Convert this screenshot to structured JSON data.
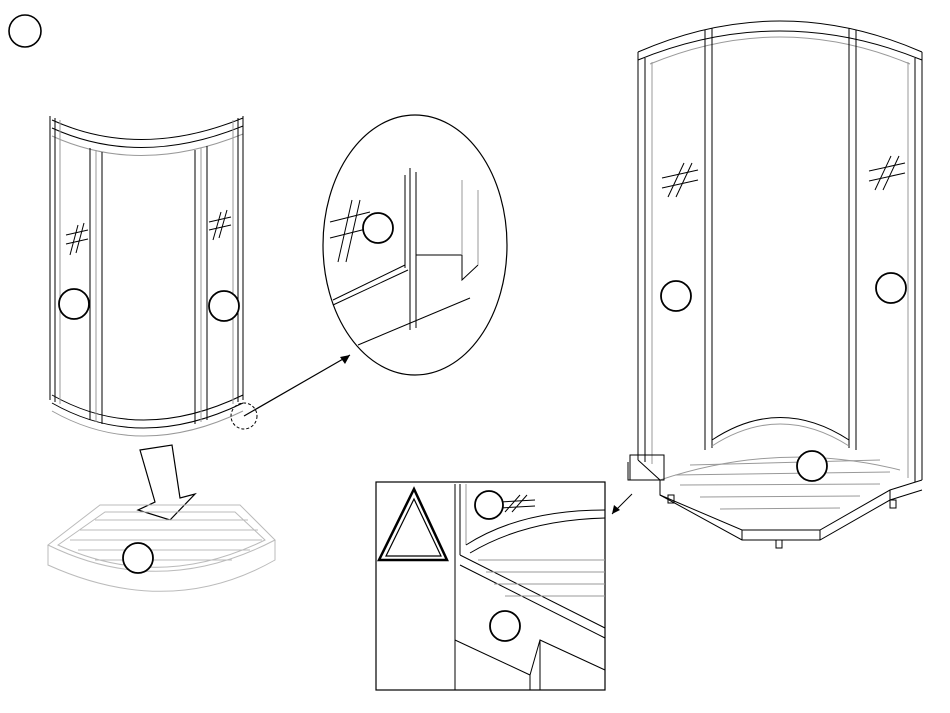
{
  "diagram": {
    "step_marker_label": "",
    "panels": [
      {
        "name": "curved-enclosure-panel"
      },
      {
        "name": "tray-panel"
      },
      {
        "name": "corner-detail-zoom"
      },
      {
        "name": "assembled-enclosure"
      },
      {
        "name": "warning-detail-box"
      }
    ],
    "callout_labels": [
      "",
      "",
      "",
      "",
      "",
      "",
      "",
      "",
      "",
      "",
      ""
    ],
    "warning_symbol": "caution-triangle",
    "glass_mark": "hatch-mark"
  },
  "colors": {
    "line": "#000000",
    "light_line": "#999999",
    "background": "#ffffff"
  }
}
